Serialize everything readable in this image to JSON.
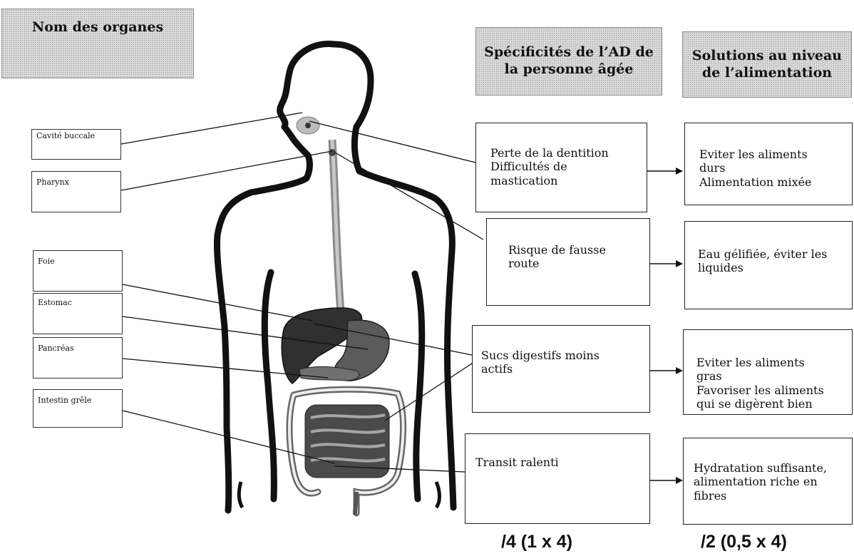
{
  "headers": {
    "organs": "Nom des organes",
    "specificities": "Spécificités de l’AD de la personne âgée",
    "solutions": "Solutions au niveau de l’alimentation"
  },
  "organs": [
    {
      "label": "Cavité buccale"
    },
    {
      "label": "Pharynx"
    },
    {
      "label": "Foie"
    },
    {
      "label": "Estomac"
    },
    {
      "label": "Pancréas"
    },
    {
      "label": "Intestin grêle"
    }
  ],
  "specificities": [
    {
      "text": "Perte de la dentition\nDifficultés de\nmastication"
    },
    {
      "text": "Risque de fausse\nroute"
    },
    {
      "text": "Sucs digestifs moins\nactifs"
    },
    {
      "text": "Transit ralenti"
    }
  ],
  "solutions": [
    {
      "text": "Eviter les aliments\ndurs\nAlimentation mixée"
    },
    {
      "text": "Eau gélifiée, éviter les\nliquides"
    },
    {
      "text": "Eviter les aliments\ngras\nFavoriser les aliments\nqui se digèrent bien"
    },
    {
      "text": "Hydratation suffisante,\nalimentation riche en\nfibres"
    }
  ],
  "scores": {
    "specificities": "/4 (1 x 4)",
    "solutions": "/2 (0,5 x 4)"
  }
}
